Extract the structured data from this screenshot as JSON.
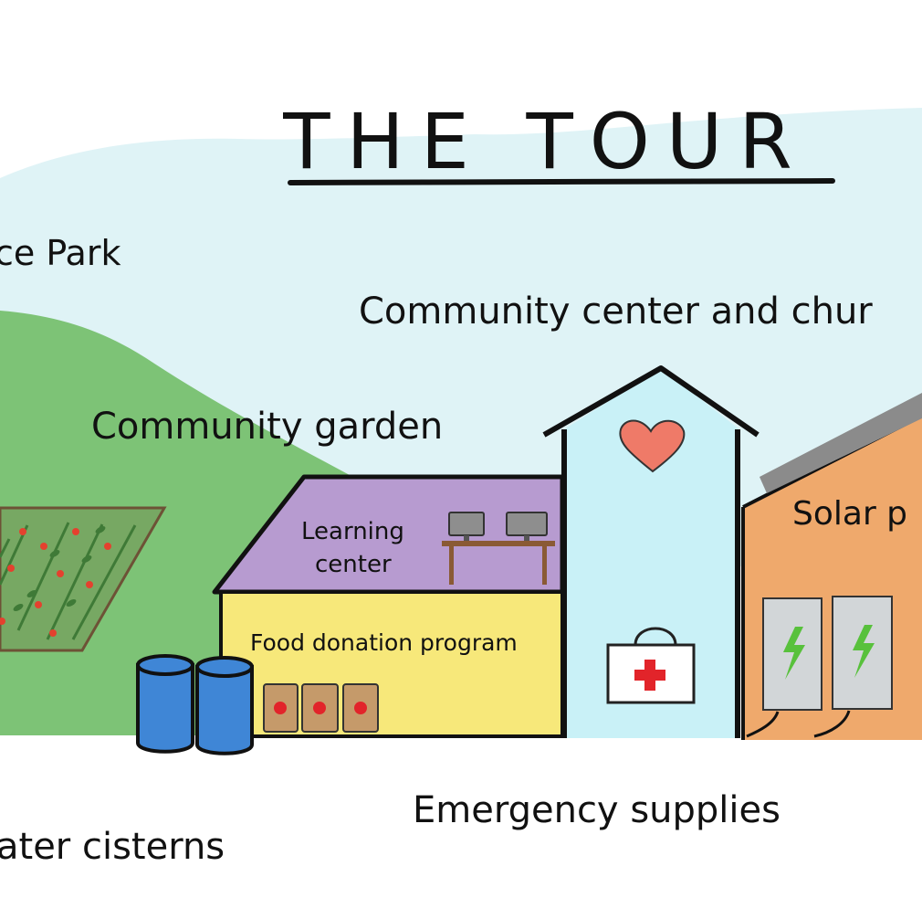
{
  "title": "THE TOUR",
  "labels": {
    "park": "ce Park",
    "community_center": "Community center and chur",
    "community_garden": "Community garden",
    "learning_center_line1": "Learning",
    "learning_center_line2": "center",
    "food_donation": "Food donation program",
    "solar": "Solar p",
    "emergency_supplies": "Emergency supplies",
    "water_cisterns": "ater cisterns"
  },
  "icons": {
    "heart": "heart-icon",
    "first_aid": "first-aid-kit-icon",
    "solar_panel": "solar-panel-icon",
    "computer": "computer-monitor-icon",
    "barrel": "water-barrel-icon",
    "food_bag": "food-bag-icon"
  },
  "colors": {
    "sky": "#dff3f6",
    "hill": "#7dc376",
    "garden_plot": "#77a863",
    "learning_roof": "#b79bd0",
    "food_building": "#f7e87a",
    "church": "#c9f1f7",
    "heart": "#ef7a68",
    "solar_building": "#efa96c",
    "solar_roof": "#8b8b8b",
    "barrel": "#3f86d6",
    "cross": "#e2242a"
  }
}
